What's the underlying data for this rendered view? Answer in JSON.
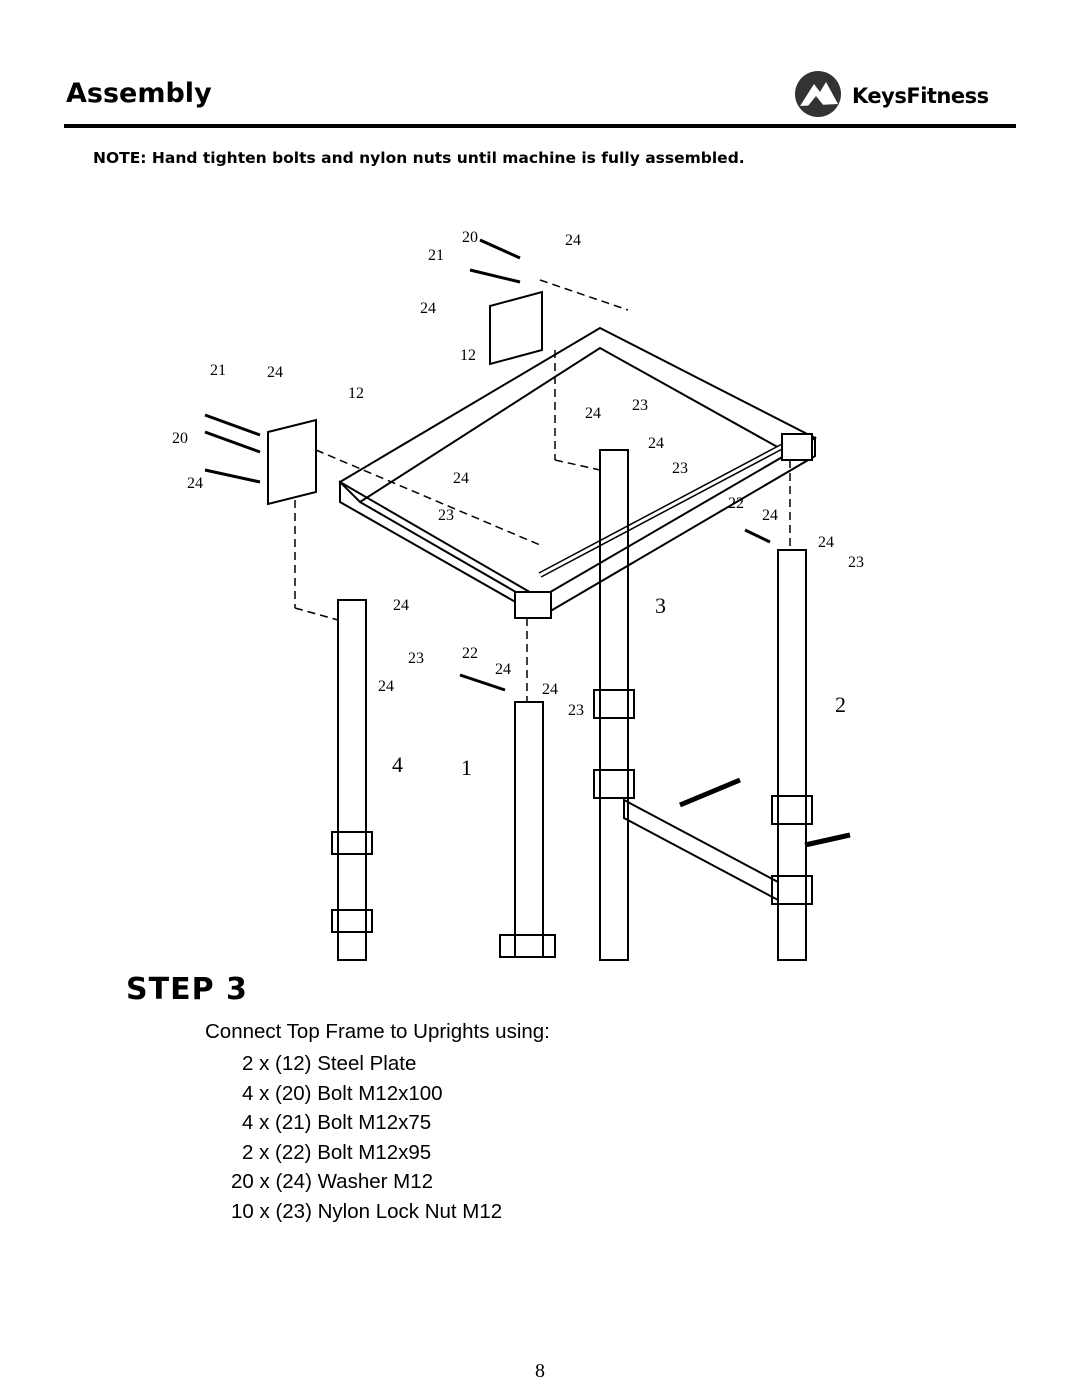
{
  "header": {
    "title": "Assembly",
    "brand_bold": "Keys",
    "brand_rest": "Fitness"
  },
  "note": "NOTE: Hand tighten bolts and nylon nuts until machine is fully assembled.",
  "diagram": {
    "callouts": [
      "20",
      "24",
      "21",
      "24",
      "12",
      "21",
      "24",
      "12",
      "20",
      "24",
      "24",
      "23",
      "24",
      "23",
      "24",
      "23",
      "22",
      "24",
      "24",
      "23",
      "3",
      "24",
      "23",
      "22",
      "24",
      "24",
      "24",
      "23",
      "2",
      "4",
      "1"
    ]
  },
  "step": {
    "label": "STEP 3",
    "intro": "Connect Top Frame to Uprights using:",
    "parts": [
      {
        "line": "2 x (12) Steel Plate"
      },
      {
        "line": "4 x (20) Bolt M12x100"
      },
      {
        "line": "4 x (21) Bolt M12x75"
      },
      {
        "line": "2 x (22) Bolt M12x95"
      },
      {
        "line": "20 x (24) Washer M12"
      },
      {
        "line": "10 x (23) Nylon Lock Nut M12"
      }
    ]
  },
  "page_number": "8"
}
